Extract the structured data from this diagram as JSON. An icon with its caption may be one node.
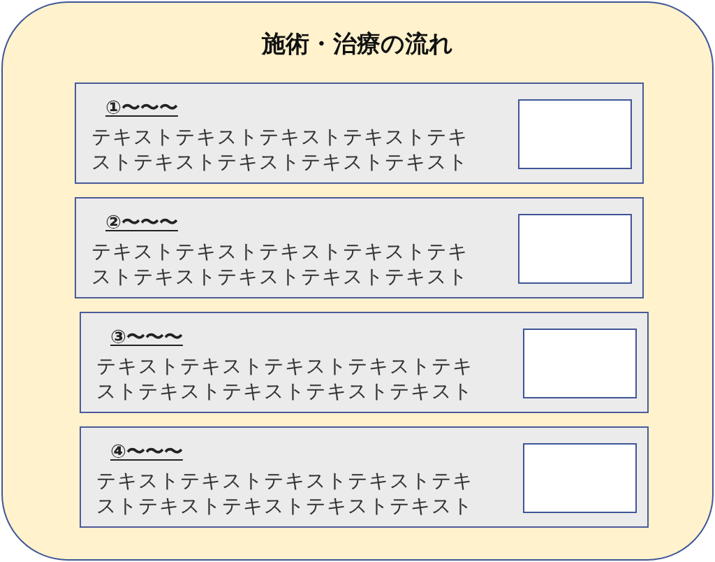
{
  "diagram": {
    "nodes": [
      {
        "text": [
          "施術・治療の流れ"
        ]
      },
      {
        "text": [
          "①〜〜〜",
          "テキストテキストテキストテキストテキストテキストテキストテキストテキスト"
        ],
        "in": 0
      },
      {
        "text": [],
        "shape": "box",
        "in": 1
      },
      {
        "text": [
          "②〜〜〜",
          "テキストテキストテキストテキストテキストテキストテキストテキストテキスト"
        ],
        "in": 0
      },
      {
        "text": [],
        "shape": "box",
        "in": 3
      },
      {
        "text": [
          "③〜〜〜",
          "テキストテキストテキストテキストテキストテキストテキストテキストテキスト"
        ],
        "in": 0
      },
      {
        "text": [],
        "shape": "box",
        "in": 5
      },
      {
        "text": [
          "④〜〜〜",
          "テキストテキストテキストテキストテキストテキストテキストテキストテキスト"
        ],
        "in": 0
      },
      {
        "text": [],
        "shape": "box",
        "in": 7
      }
    ]
  }
}
